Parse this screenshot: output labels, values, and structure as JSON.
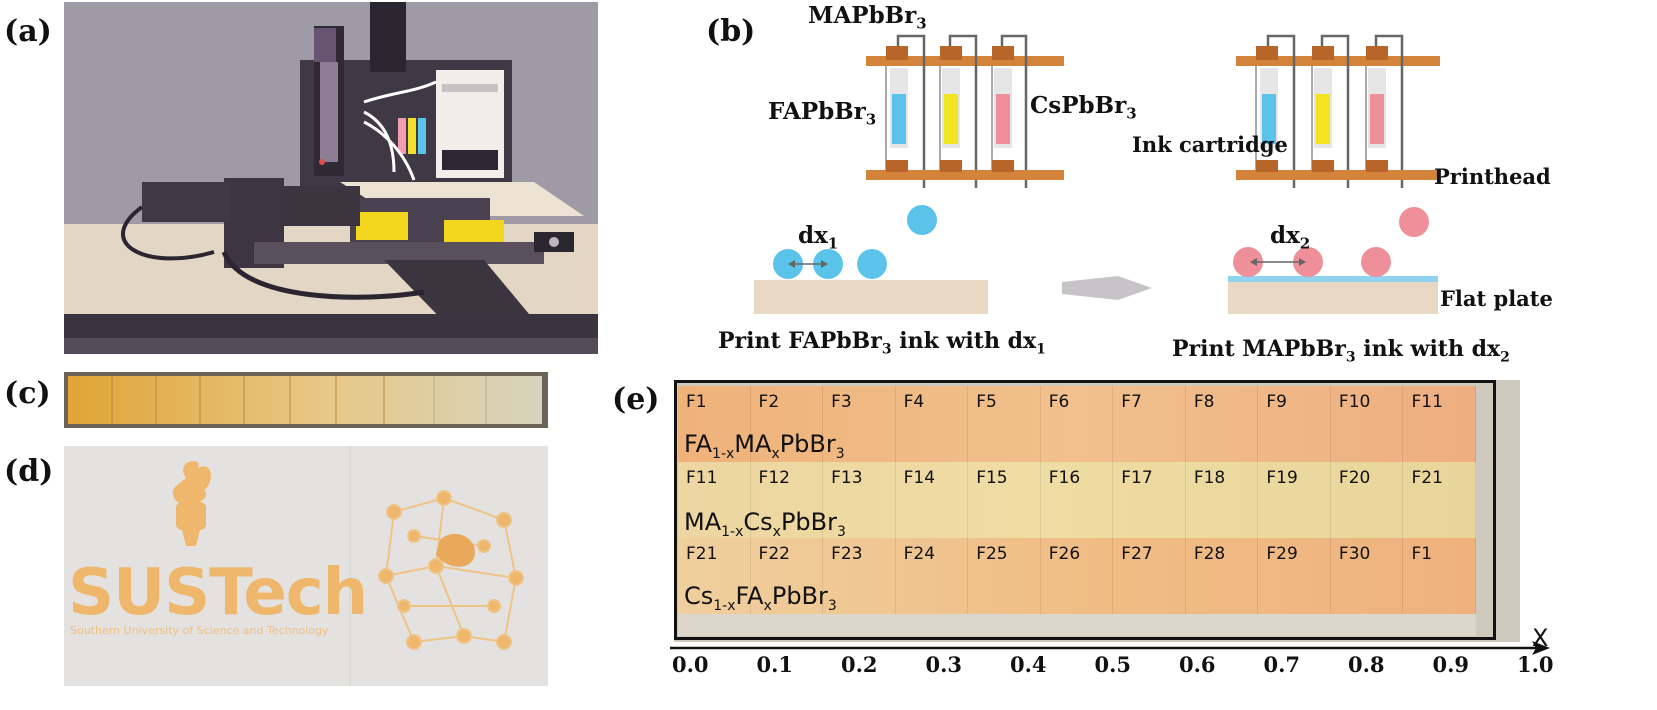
{
  "panels": {
    "a": "(a)",
    "b": "(b)",
    "c": "(c)",
    "d": "(d)",
    "e": "(e)"
  },
  "panel_b": {
    "ink_top": "MAPbBr",
    "ink_top_sub": "3",
    "ink_left": "FAPbBr",
    "ink_left_sub": "3",
    "ink_right": "CsPbBr",
    "ink_right_sub": "3",
    "ink_cartridge": "Ink cartridge",
    "printhead": "Printhead",
    "flat_plate": "Flat plate",
    "dx1": "dx",
    "dx1_sub": "1",
    "dx2": "dx",
    "dx2_sub": "2",
    "caption_left_a": "Print FAPbBr",
    "caption_left_sub": "3",
    "caption_left_b": " ink with dx",
    "caption_left_sub2": "1",
    "caption_right_a": "Print MAPbBr",
    "caption_right_sub": "3",
    "caption_right_b": " ink with dx",
    "caption_right_sub2": "2"
  },
  "panel_d": {
    "logo_text": "SUSTech",
    "logo_subtext": "Southern University of Science and Technology"
  },
  "panel_e": {
    "row1_labels": [
      "F1",
      "F2",
      "F3",
      "F4",
      "F5",
      "F6",
      "F7",
      "F8",
      "F9",
      "F10",
      "F11"
    ],
    "row2_labels": [
      "F11",
      "F12",
      "F13",
      "F14",
      "F15",
      "F16",
      "F17",
      "F18",
      "F19",
      "F20",
      "F21"
    ],
    "row3_labels": [
      "F21",
      "F22",
      "F23",
      "F24",
      "F25",
      "F26",
      "F27",
      "F28",
      "F29",
      "F30",
      "F1"
    ],
    "row1_formula": {
      "a": "FA",
      "a_sub": "1-x",
      "b": "MA",
      "b_sub": "x",
      "c": "PbBr",
      "c_sub": "3"
    },
    "row2_formula": {
      "a": "MA",
      "a_sub": "1-x",
      "b": "Cs",
      "b_sub": "x",
      "c": "PbBr",
      "c_sub": "3"
    },
    "row3_formula": {
      "a": "Cs",
      "a_sub": "1-x",
      "b": "FA",
      "b_sub": "x",
      "c": "PbBr",
      "c_sub": "3"
    },
    "x_axis_label": "X",
    "x_ticks": [
      "0.0",
      "0.1",
      "0.2",
      "0.3",
      "0.4",
      "0.5",
      "0.6",
      "0.7",
      "0.8",
      "0.9",
      "1.0"
    ]
  },
  "colors": {
    "blue_ink": "#5bc3ea",
    "yellow_ink": "#f2e421",
    "pink_ink": "#ef8f99",
    "printhead": "#d4843a",
    "plate": "#e9d8c4",
    "film_orange": "#f0b878"
  }
}
